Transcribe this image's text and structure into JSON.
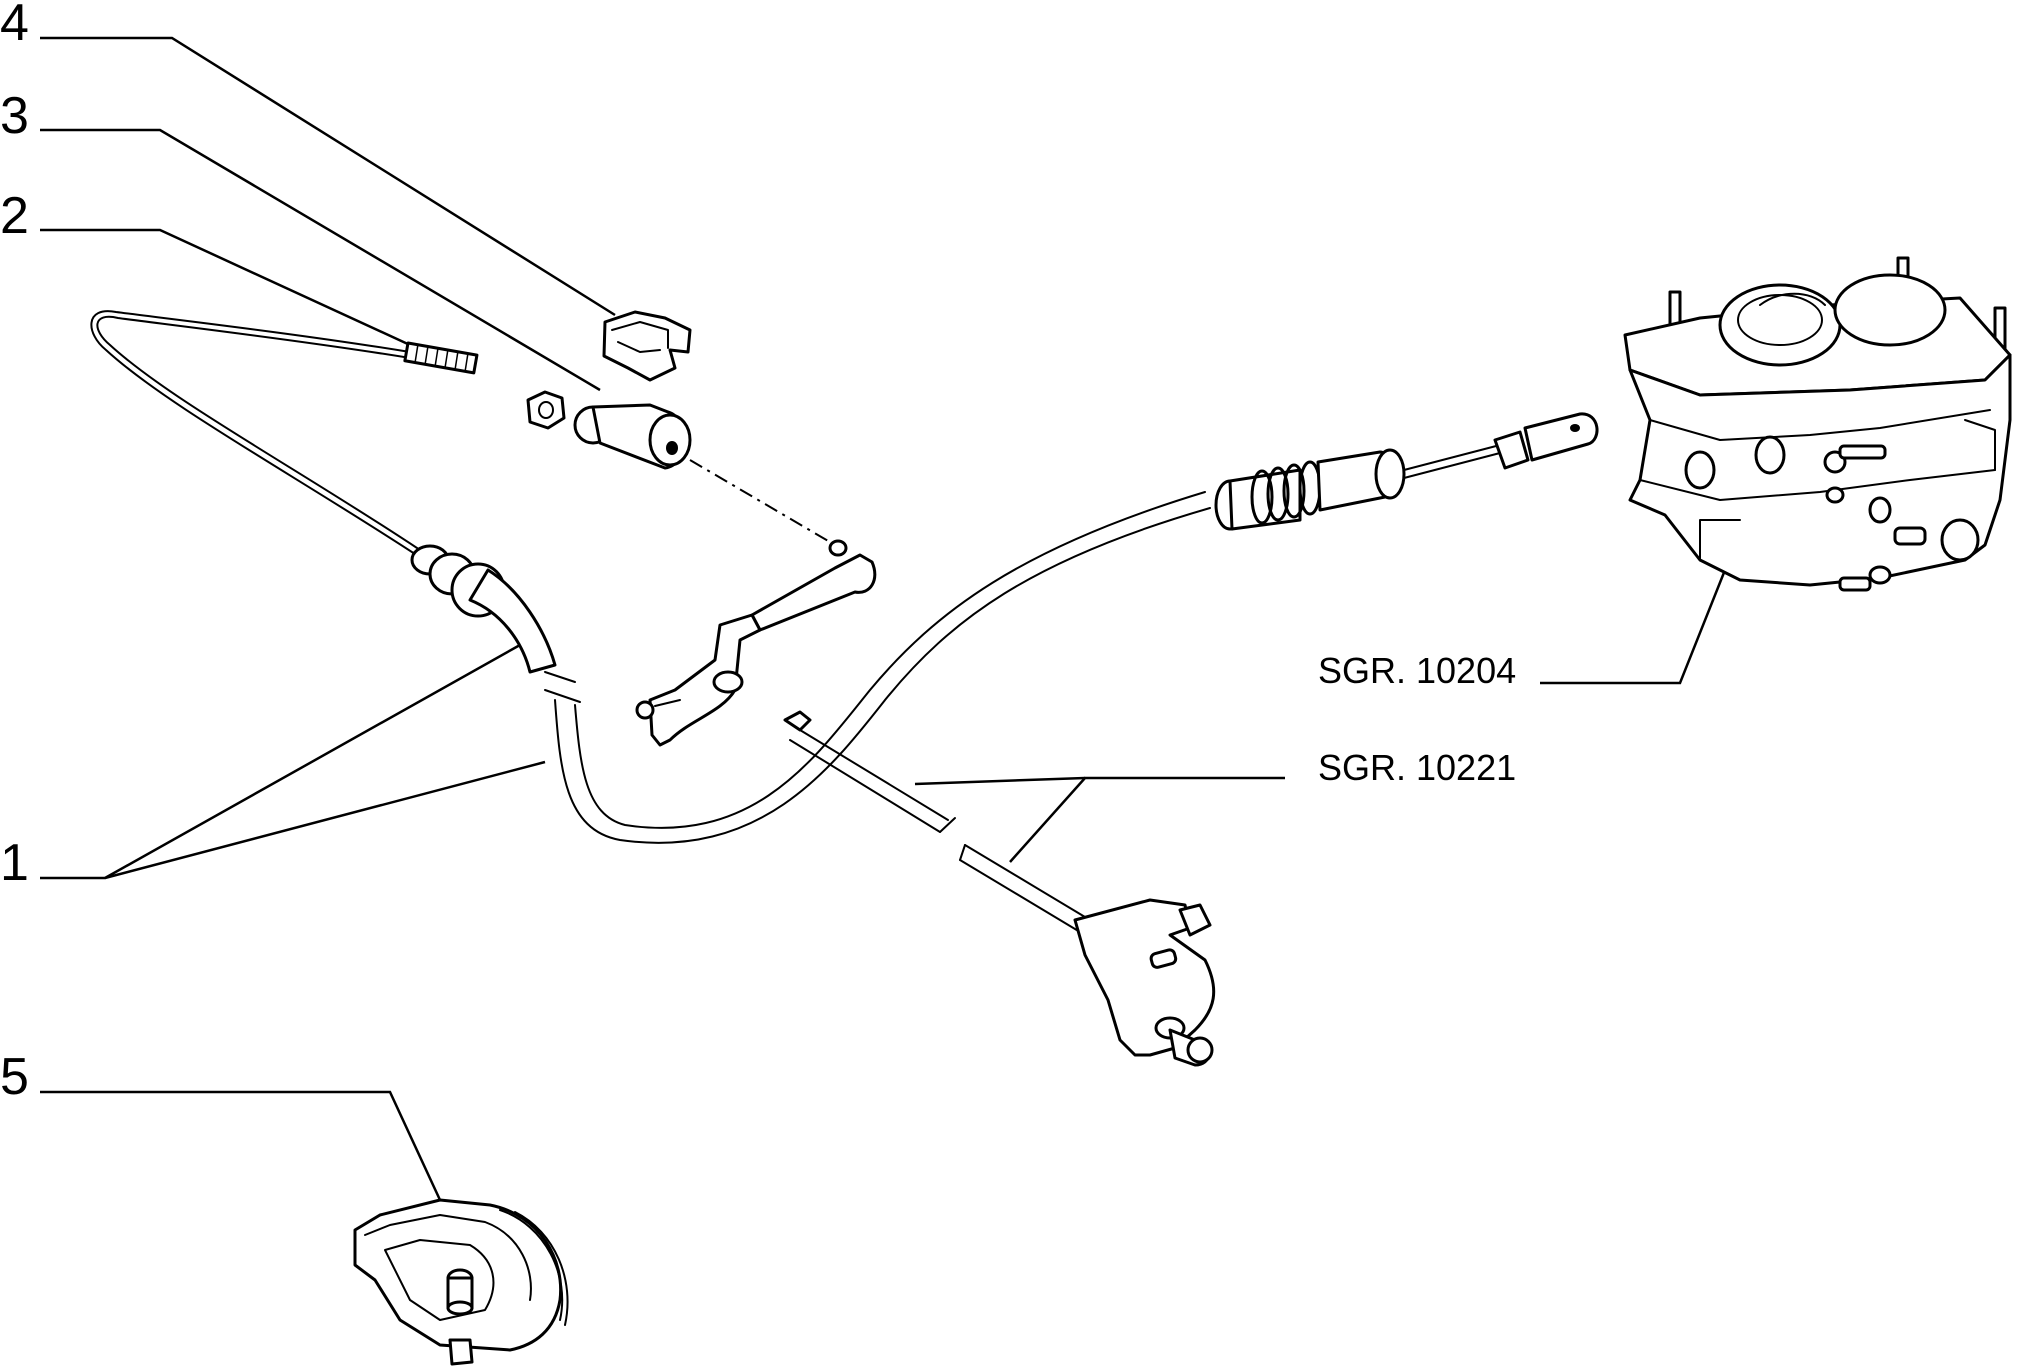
{
  "callouts": {
    "item_1": "1",
    "item_2": "2",
    "item_3": "3",
    "item_4": "4",
    "item_5": "5",
    "ref_carburettor": "SGR. 10204",
    "ref_linkage": "SGR. 10221"
  }
}
